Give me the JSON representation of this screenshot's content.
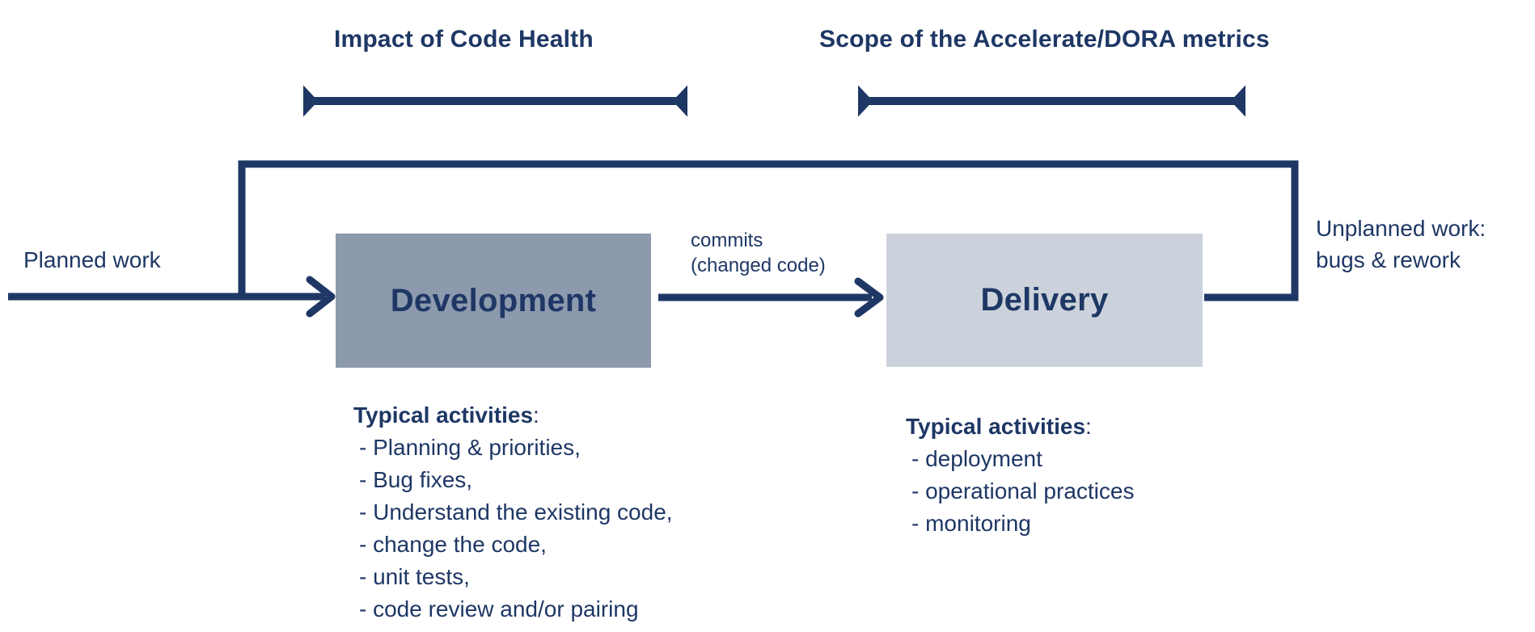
{
  "colors": {
    "navy": "#1e3765",
    "development_box_fill": "#8d9aae",
    "delivery_box_fill": "#ccd2db",
    "background": "#ffffff"
  },
  "brackets": {
    "code_health_label": "Impact of Code Health",
    "dora_label": "Scope of the Accelerate/DORA metrics"
  },
  "flow": {
    "planned_work_label": "Planned work",
    "development_label": "Development",
    "delivery_label": "Delivery",
    "commits_line1": "commits",
    "commits_line2": "(changed code)",
    "unplanned_line1": "Unplanned work:",
    "unplanned_line2": "bugs & rework"
  },
  "development_activities": {
    "title": "Typical activities",
    "colon": ":",
    "items": [
      "- Planning & priorities,",
      "- Bug fixes,",
      "- Understand the existing code,",
      "- change the code,",
      "- unit tests,",
      "- code review and/or pairing"
    ]
  },
  "delivery_activities": {
    "title": "Typical activities",
    "colon": ":",
    "items": [
      "- deployment",
      "- operational practices",
      "- monitoring"
    ]
  }
}
